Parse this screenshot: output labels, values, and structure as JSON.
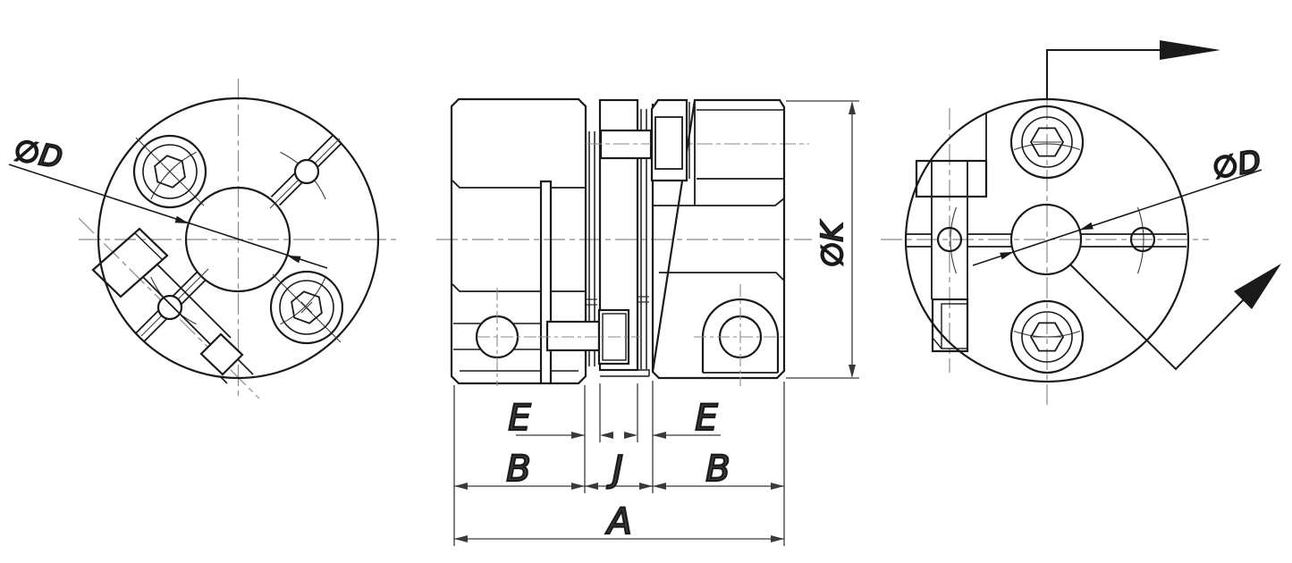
{
  "colors": {
    "line": "#1a1a1a",
    "thin_line": "#3a3a3a",
    "centerline": "#8a8a8a",
    "label_text": "#3c3c3c",
    "background": "#ffffff"
  },
  "labels": {
    "bore_left": "∅D",
    "bore_right": "∅D",
    "outer_k": "∅K",
    "e_left": "E",
    "e_right": "E",
    "b_left": "B",
    "j": "J",
    "b_right": "B",
    "a": "A"
  }
}
